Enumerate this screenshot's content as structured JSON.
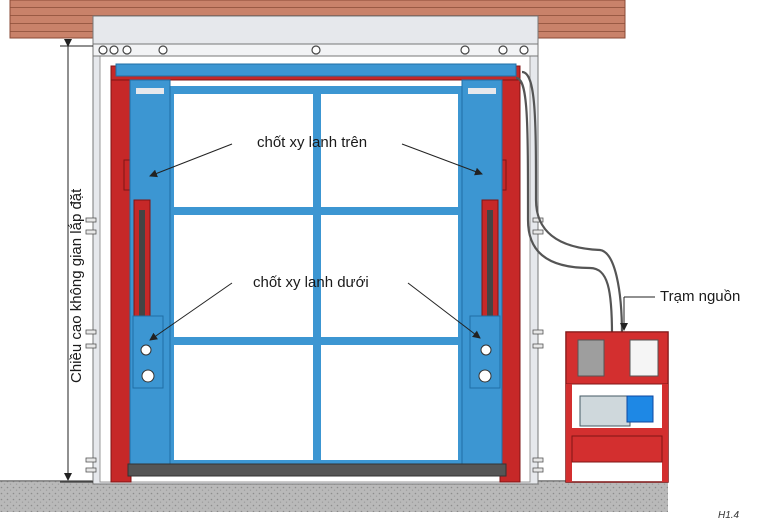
{
  "labels": {
    "upper_cylinder_pin": "chốt xy lanh trên",
    "lower_cylinder_pin": "chốt xy lanh dưới",
    "power_station": "Trạm nguồn",
    "installation_height": "Chiều cao không gian lắp đặt",
    "figure_id": "H1.4"
  },
  "colors": {
    "wood": "#c9826a",
    "wall": "#e6e8ec",
    "blue_frame": "#3c96d2",
    "red_frame": "#c62828",
    "ground": "#b9b9b9",
    "hydraulic_unit": "#d32f2f"
  }
}
